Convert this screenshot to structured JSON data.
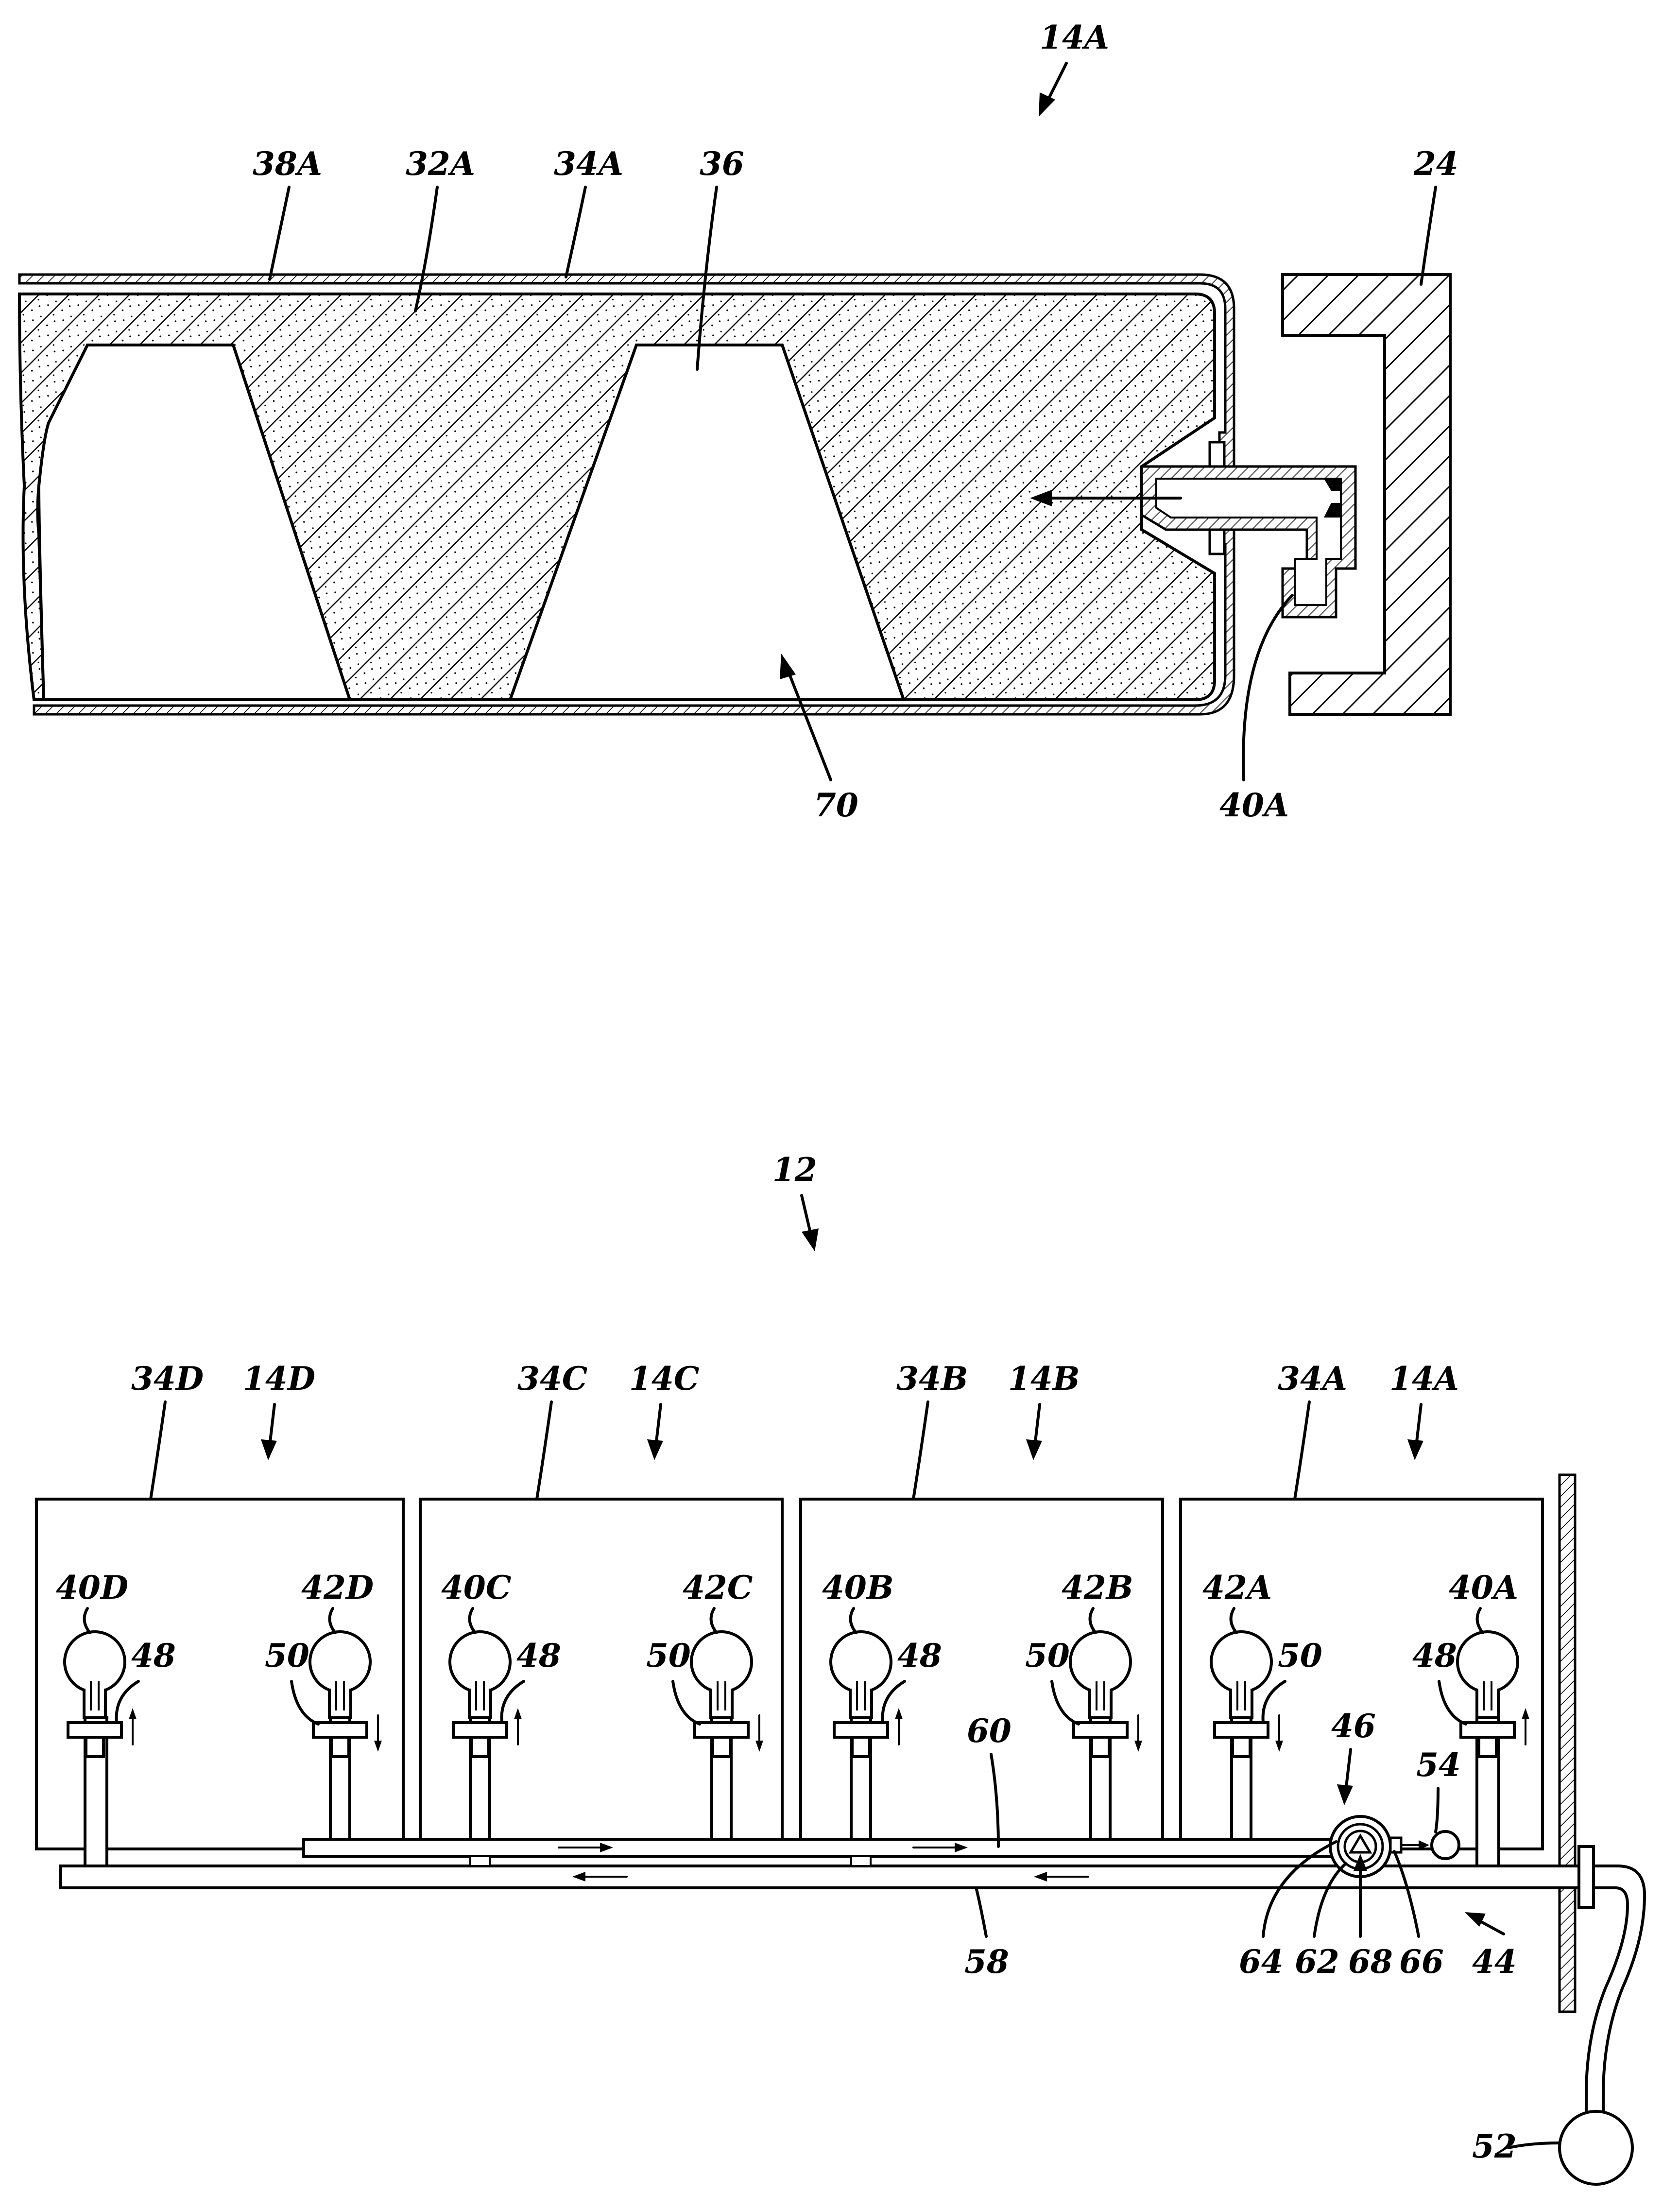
{
  "figure_top": {
    "ref_label": "14A",
    "labels": {
      "l38A": "38A",
      "l32A": "32A",
      "l34A": "34A",
      "l36": "36",
      "l24": "24",
      "l70": "70",
      "l40A": "40A"
    }
  },
  "figure_bottom": {
    "ref_label": "12",
    "units": [
      {
        "key": "d",
        "body": "34D",
        "ref": "14D",
        "left_valve": "40D",
        "right_valve": "42D"
      },
      {
        "key": "c",
        "body": "34C",
        "ref": "14C",
        "left_valve": "40C",
        "right_valve": "42C"
      },
      {
        "key": "b",
        "body": "34B",
        "ref": "14B",
        "left_valve": "40B",
        "right_valve": "42B"
      },
      {
        "key": "a",
        "body": "34A",
        "ref": "14A",
        "left_valve": "42A",
        "right_valve": "40A"
      }
    ],
    "labels": {
      "l48": "48",
      "l50": "50",
      "l46": "46",
      "l54": "54",
      "l60": "60",
      "l58": "58",
      "l64": "64",
      "l62": "62",
      "l68": "68",
      "l66": "66",
      "l44": "44",
      "l52": "52"
    }
  }
}
